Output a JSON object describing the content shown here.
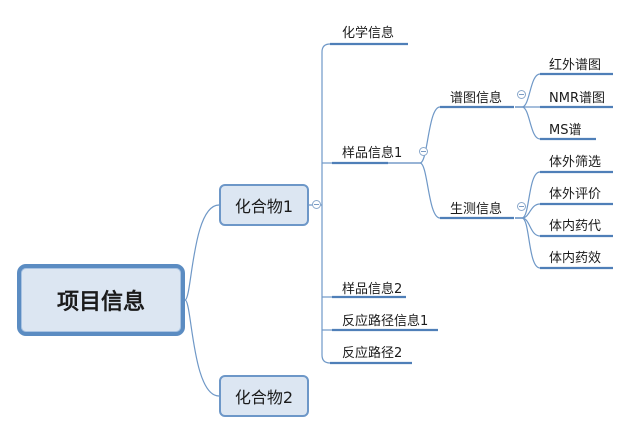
{
  "root": {
    "label": "项目信息"
  },
  "compounds": [
    {
      "label": "化合物1"
    },
    {
      "label": "化合物2"
    }
  ],
  "compound1_children": [
    {
      "label": "化学信息"
    },
    {
      "label": "样品信息1"
    },
    {
      "label": "样品信息2"
    },
    {
      "label": "反应路径信息1"
    },
    {
      "label": "反应路径2"
    }
  ],
  "sample1_children": [
    {
      "label": "谱图信息"
    },
    {
      "label": "生测信息"
    }
  ],
  "spectra_children": [
    {
      "label": "红外谱图"
    },
    {
      "label": "NMR谱图"
    },
    {
      "label": "MS谱"
    }
  ],
  "bio_children": [
    {
      "label": "体外筛选"
    },
    {
      "label": "体外评价"
    },
    {
      "label": "体内药代"
    },
    {
      "label": "体内药效"
    }
  ],
  "colors": {
    "line": "#6f98c7",
    "underline": "#4f7fb8",
    "node_fill": "#dce6f2",
    "node_border": "#5b8cc2"
  }
}
